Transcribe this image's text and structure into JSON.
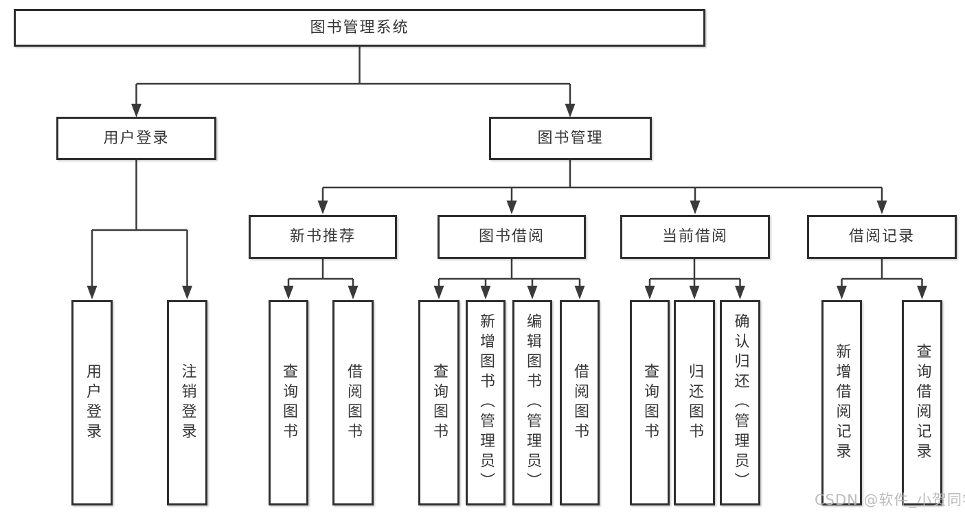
{
  "tree": {
    "root": "图书管理系统",
    "branches": [
      {
        "label": "用户登录",
        "children": [
          "用户登录",
          "注销登录"
        ]
      },
      {
        "label": "图书管理",
        "subbranches": [
          {
            "label": "新书推荐",
            "children": [
              "查询图书",
              "借阅图书"
            ]
          },
          {
            "label": "图书借阅",
            "children": [
              "查询图书",
              "新增图书（管理员）",
              "编辑图书（管理员）",
              "借阅图书"
            ]
          },
          {
            "label": "当前借阅",
            "children": [
              "查询图书",
              "归还图书",
              "确认归还（管理员）"
            ]
          },
          {
            "label": "借阅记录",
            "children": [
              "新增借阅记录",
              "查询借阅记录"
            ]
          }
        ]
      }
    ]
  },
  "watermark": "CSDN @软件_小贺同学",
  "colors": {
    "line": "#3a3a3a",
    "box_border": "#2f2f2f",
    "box_fill": "#ffffff",
    "text": "#363636",
    "watermark": "#b5b5b5",
    "background": "#ffffff"
  }
}
